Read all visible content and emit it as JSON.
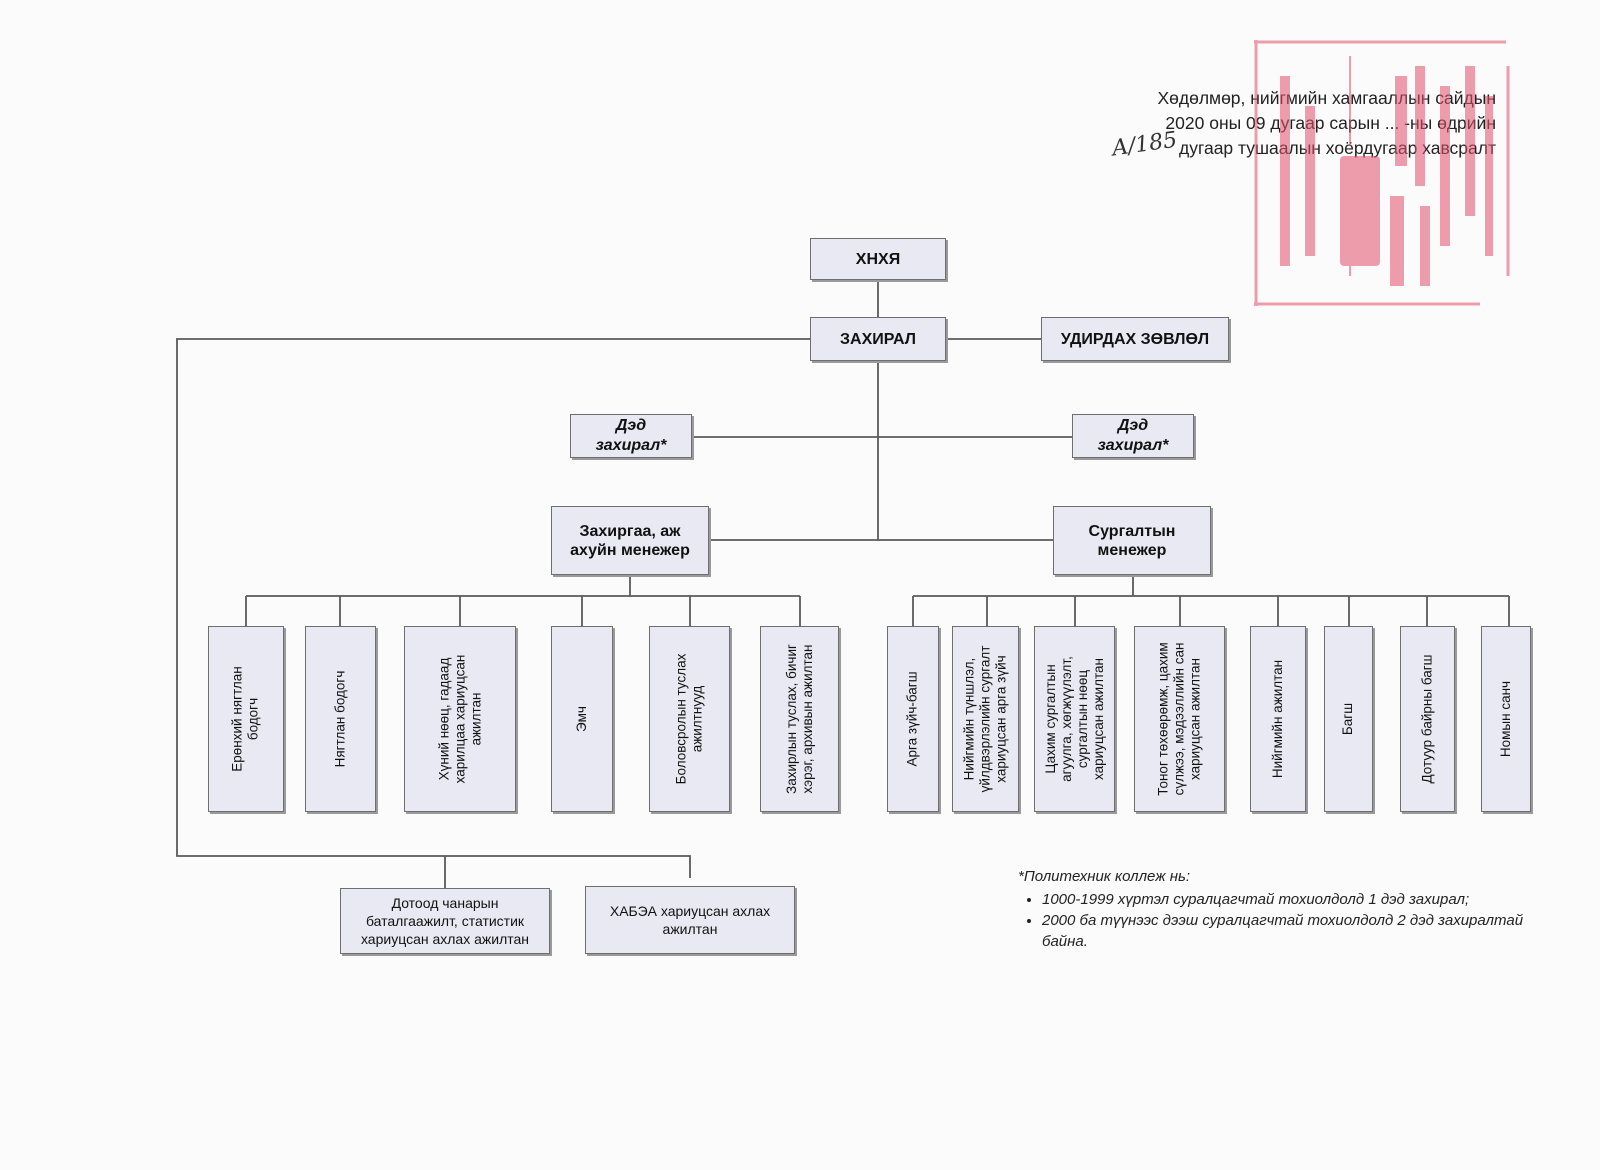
{
  "header": {
    "line1": "Хөдөлмөр, нийгмийн хамгааллын сайдын",
    "line2": "2020 оны 09 дугаар сарын ... -ны өдрийн",
    "line3": "дугаар тушаалын хоёрдугаар хавсралт",
    "handwritten_number": "A/185"
  },
  "stamp": {
    "color": "#e3506a"
  },
  "org": {
    "top": "ХНХЯ",
    "director": "ЗАХИРАЛ",
    "board": "УДИРДАХ ЗӨВЛӨЛ",
    "deputy_left": "Дэд\nзахирал*",
    "deputy_right": "Дэд\nзахирал*",
    "admin_manager": "Захиргаа, аж\nахуйн менежер",
    "training_manager": "Сургалтын\nменежер",
    "admin_staff": [
      "Ерөнхий нягтлан\nбодогч",
      "Нягтлан бодогч",
      "Хүний нөөц, гадаад\nхарилцаа хариуцсан\nажилтан",
      "Эмч",
      "Боловсролын туслах\nажилтнууд",
      "Захирлын туслах, бичиг\nхэрэг, архивын ажилтан"
    ],
    "training_staff": [
      "Арга зүйч-багш",
      "Нийгмийн түншлэл,\nүйлдвэрлэлийн сургалт\nхариуцсан арга зүйч",
      "Цахим сургалтын\nагуулга, хөгжүүлэлт,\nсургалтын нөөц\nхариуцсан ажилтан",
      "Тоног төхөөрөмж, цахим\nсүлжээ, мэдээллийн сан\nхариуцсан ажилтан",
      "Нийгмийн ажилтан",
      "Багш",
      "Дотуур байрны багш",
      "Номын санч"
    ],
    "bottom_staff": [
      "Дотоод чанарын\nбаталгаажилт, статистик\nхариуцсан ахлах ажилтан",
      "ХАБЭА хариуцсан ахлах\nажилтан"
    ]
  },
  "note": {
    "title": "*Политехник коллеж нь:",
    "items": [
      "1000-1999 хүртэл суралцагчтай тохиолдолд 1 дэд захирал;",
      "2000 ба түүнээс дээш суралцагчтай тохиолдолд 2 дэд захиралтай байна."
    ]
  }
}
